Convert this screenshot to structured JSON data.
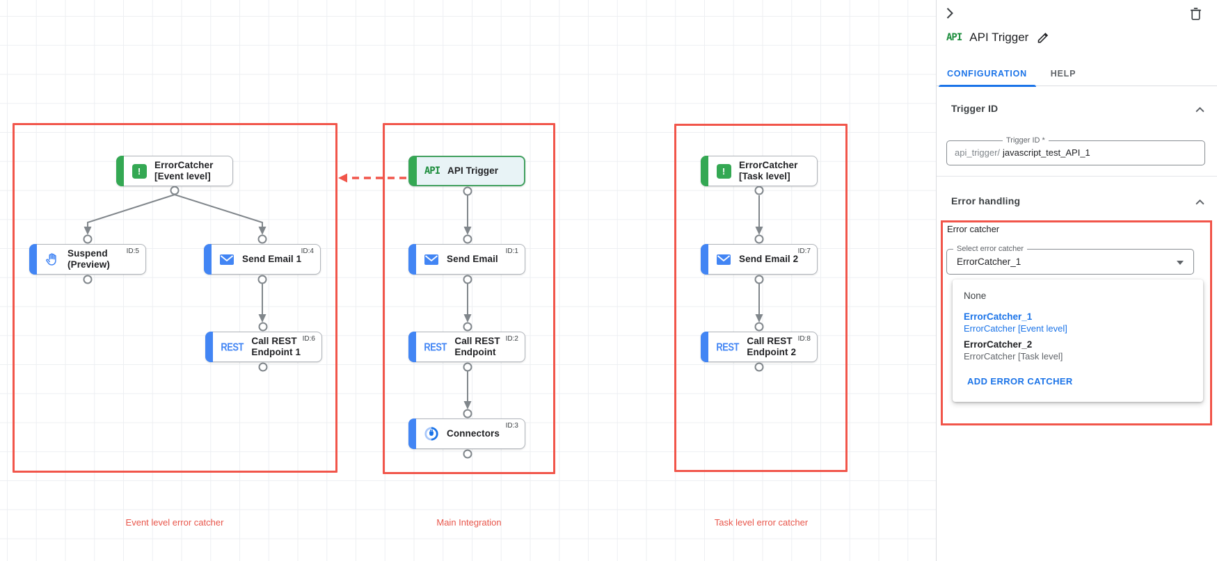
{
  "canvas": {
    "group_labels": [
      "Event level error catcher",
      "Main Integration",
      "Task level error catcher"
    ],
    "icon_glyphs": {
      "api": "API",
      "rest": "REST",
      "error": "!"
    },
    "nodes": {
      "ec_event": {
        "line1": "ErrorCatcher",
        "line2": "[Event level]"
      },
      "suspend": {
        "line1": "Suspend",
        "line2": "(Preview)",
        "id": "ID:5"
      },
      "send_email_1": {
        "line1": "Send Email 1",
        "id": "ID:4"
      },
      "call_rest_1": {
        "line1": "Call REST",
        "line2": "Endpoint 1",
        "id": "ID:6"
      },
      "api_trigger": {
        "line1": "API Trigger"
      },
      "send_email": {
        "line1": "Send Email",
        "id": "ID:1"
      },
      "call_rest": {
        "line1": "Call REST",
        "line2": "Endpoint",
        "id": "ID:2"
      },
      "connectors": {
        "line1": "Connectors",
        "id": "ID:3"
      },
      "ec_task": {
        "line1": "ErrorCatcher",
        "line2": "[Task level]"
      },
      "send_email_2": {
        "line1": "Send Email 2",
        "id": "ID:7"
      },
      "call_rest_2": {
        "line1": "Call REST",
        "line2": "Endpoint 2",
        "id": "ID:8"
      }
    }
  },
  "panel": {
    "header": {
      "icon_glyph": "API",
      "title": "API Trigger"
    },
    "tabs": [
      {
        "label": "CONFIGURATION"
      },
      {
        "label": "HELP"
      }
    ],
    "trigger_id_section": {
      "title": "Trigger ID",
      "field_label": "Trigger ID *",
      "prefix": "api_trigger/",
      "value": "javascript_test_API_1"
    },
    "error_handling_section": {
      "title": "Error handling",
      "error_catcher_label": "Error catcher",
      "select_label": "Select error catcher",
      "selected_value": "ErrorCatcher_1",
      "options": [
        {
          "name": "None",
          "detail": ""
        },
        {
          "name": "ErrorCatcher_1",
          "detail": "ErrorCatcher [Event level]"
        },
        {
          "name": "ErrorCatcher_2",
          "detail": "ErrorCatcher [Task level]"
        }
      ],
      "add_button": "ADD ERROR CATCHER"
    }
  },
  "colors": {
    "group_outline_red": "#f1554a",
    "trigger_green": "#34a853",
    "task_blue": "#4285f4",
    "link_blue": "#1a73e8",
    "error_dot_red": "#e53329",
    "connector_gray": "#80868b"
  }
}
